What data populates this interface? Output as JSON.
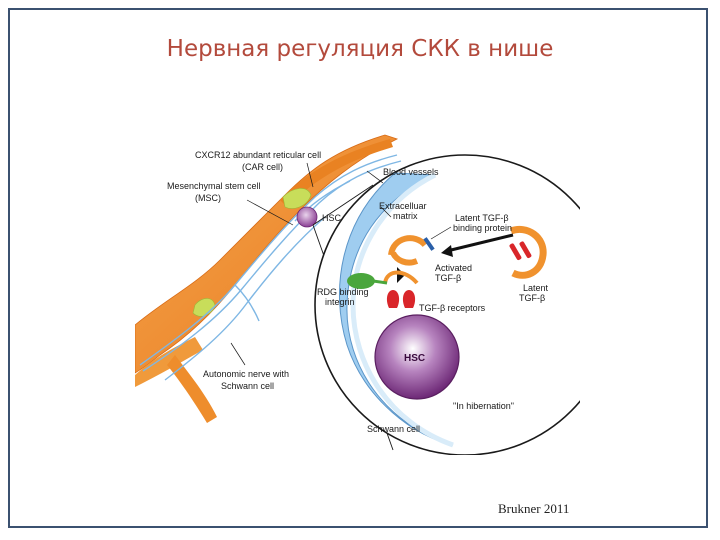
{
  "slide": {
    "title": "Нервная регуляция СКК в нише",
    "citation": "Brukner 2011"
  },
  "diagram": {
    "labels": {
      "car_cell_line1": "CXCR12 abundant reticular cell",
      "car_cell_line2": "(CAR cell)",
      "msc_line1": "Mesenchymal stem cell",
      "msc_line2": "(MSC)",
      "blood_vessels": "Blood vessels",
      "hsc_small": "HSC",
      "ecm_line1": "Extracelluar",
      "ecm_line2": "matrix",
      "latent_bp_line1": "Latent TGF-β",
      "latent_bp_line2": "binding protein",
      "activated_line1": "Activated",
      "activated_line2": "TGF-β",
      "latent_tgf_line1": "Latent",
      "latent_tgf_line2": "TGF-β",
      "rdg_line1": "RDG binding",
      "rdg_line2": "integrin",
      "receptors": "TGF-β receptors",
      "hsc_large": "HSC",
      "hibernation": "\"In hibernation\"",
      "schwann": "Schwann cell",
      "nerve_line1": "Autonomic nerve with",
      "nerve_line2": "Schwann cell"
    },
    "colors": {
      "orange": "#f0922e",
      "blue_nerve": "#7fb7e4",
      "hsc_purple": "#8a3f93",
      "receptor_red": "#d9262a",
      "integrin_green": "#4aa63c",
      "schwann_blue": "#9fcdf0"
    }
  }
}
